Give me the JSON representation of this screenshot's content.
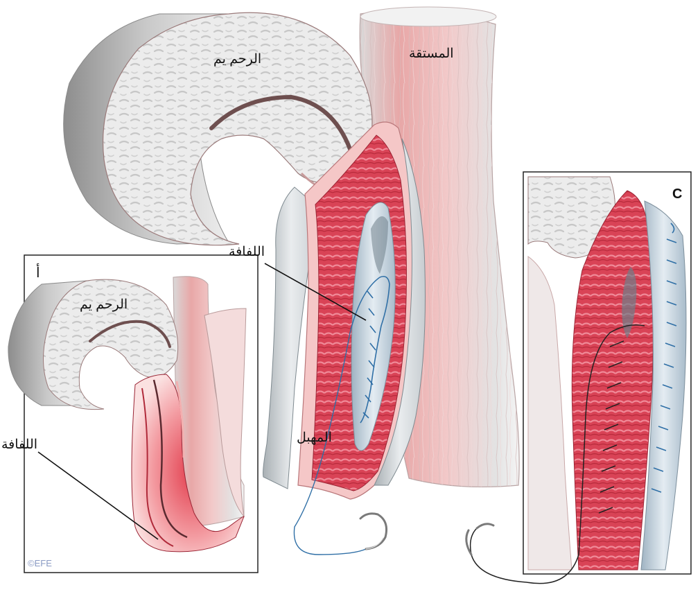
{
  "labels": {
    "uterus_main": "الرحم يم",
    "rectum": "المستقة",
    "fascia_main": "اللفافة",
    "vagina": "المهبل",
    "uterus_inset": "الرحم يم",
    "fascia_inset": "اللفافة"
  },
  "panels": {
    "inset_a": "أ",
    "inset_c": "C"
  },
  "credit": "©EFE",
  "colors": {
    "tissue_red": "#d8434f",
    "tissue_pink": "#f2b9b9",
    "uterus_gray": "#e9e9e9",
    "fascia_blue_gray": "#cfdbe4",
    "suture_blue": "#2f6fa6",
    "suture_black": "#222222"
  }
}
